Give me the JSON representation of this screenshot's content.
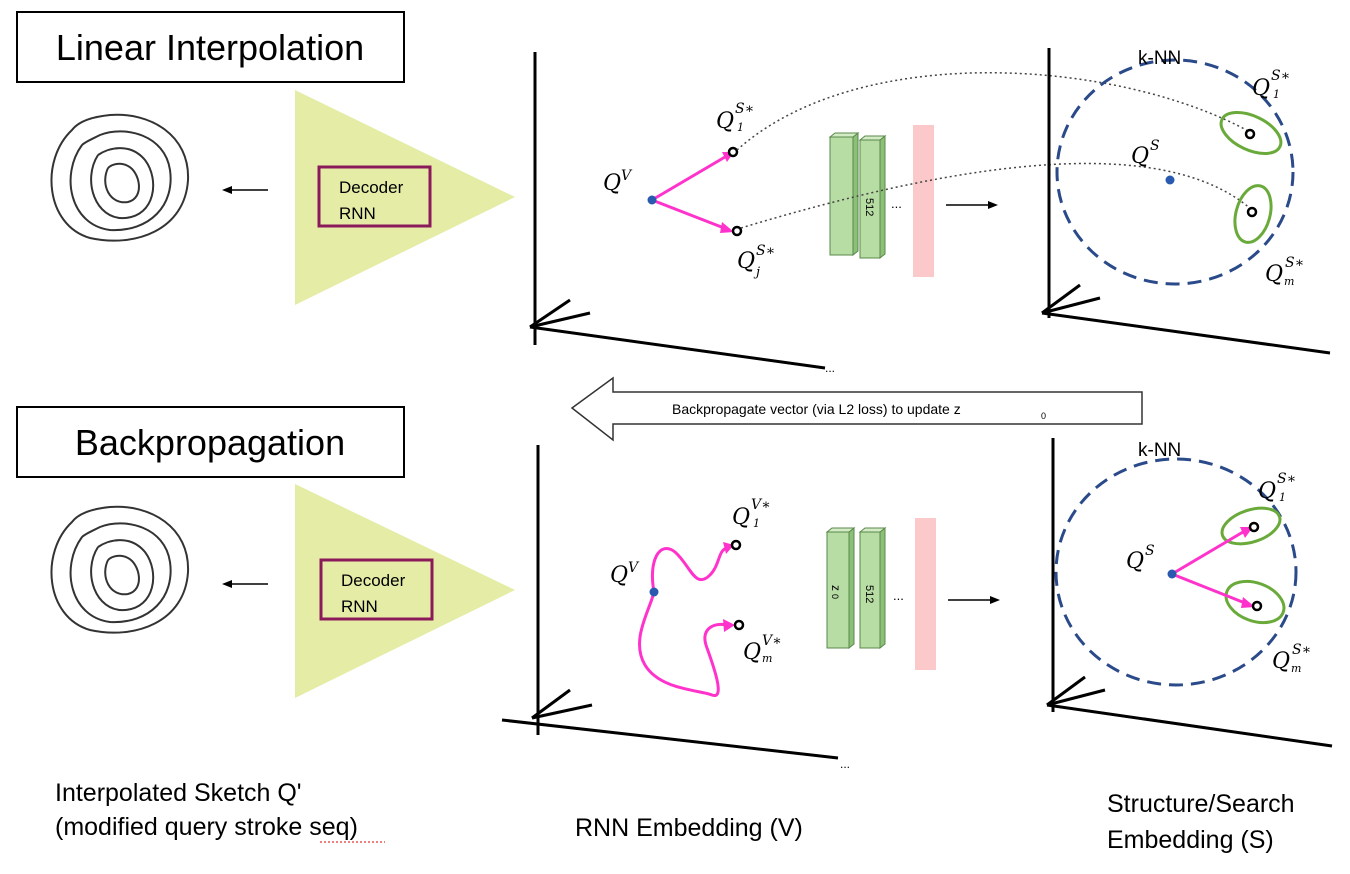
{
  "titles": {
    "linear": "Linear Interpolation",
    "backprop": "Backpropagation"
  },
  "decoder": {
    "line1": "Decoder",
    "line2": "RNN"
  },
  "knn_label": "k-NN",
  "layer_512": "512",
  "layer_z0": "z",
  "layer_z0_sub": "0",
  "ellipsis": "...",
  "arrow_banner": {
    "text": "Backpropagate vector (via L2 loss) to update z",
    "sub": "0"
  },
  "points": {
    "qv": {
      "base": "Q",
      "sup": "V"
    },
    "qs": {
      "base": "Q",
      "sup": "S"
    },
    "q1s": {
      "base": "Q",
      "sub": "1",
      "sup": "S∗"
    },
    "qjs": {
      "base": "Q",
      "sub": "j",
      "sup": "S∗"
    },
    "qms": {
      "base": "Q",
      "sub": "m",
      "sup": "S∗"
    },
    "q1v": {
      "base": "Q",
      "sub": "1",
      "sup": "V∗"
    },
    "qmv": {
      "base": "Q",
      "sub": "m",
      "sup": "V∗"
    }
  },
  "captions": {
    "left_line1": "Interpolated Sketch Q'",
    "left_line2": "(modified query stroke seq)",
    "middle": "RNN Embedding (V)",
    "right_line1": "Structure/Search",
    "right_line2": "Embedding (S)"
  },
  "colors": {
    "decoder_fill": "#e4eca6",
    "decoder_border": "#8b1a5a",
    "magenta": "#ff33cc",
    "knn_dash": "#2a4a8a",
    "ellipse": "#6aaa3a",
    "layer_green": "#b7dca4",
    "layer_pink": "#fbc9c9",
    "dot_blue": "#2a5ab0"
  }
}
